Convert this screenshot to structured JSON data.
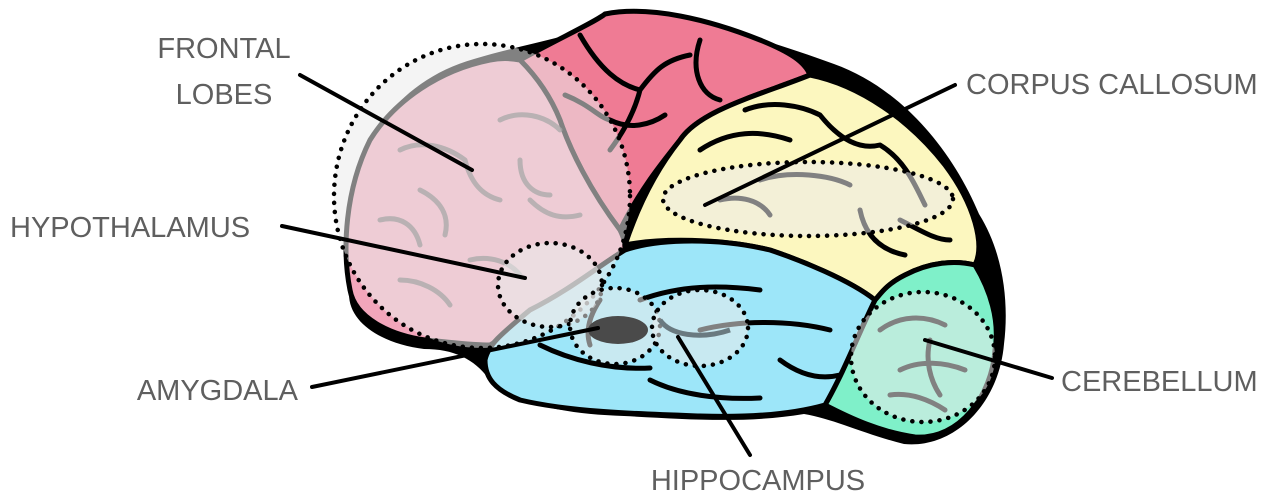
{
  "labels": {
    "frontal_lobes_line1": "FRONTAL",
    "frontal_lobes_line2": "LOBES",
    "corpus_callosum": "CORPUS CALLOSUM",
    "hypothalamus": "HYPOTHALAMUS",
    "amygdala": "AMYGDALA",
    "cerebellum": "CEREBELLUM",
    "hippocampus": "HIPPOCAMPUS"
  },
  "colors": {
    "frontal_lobe": "#f2a6bb",
    "parietal_lobe": "#ef7b94",
    "occipital_lobe": "#fcf7bf",
    "temporal_lobe": "#9de6f9",
    "cerebellum": "#7ff0c9",
    "outline": "#000000",
    "label_text": "#5f5f5f"
  }
}
